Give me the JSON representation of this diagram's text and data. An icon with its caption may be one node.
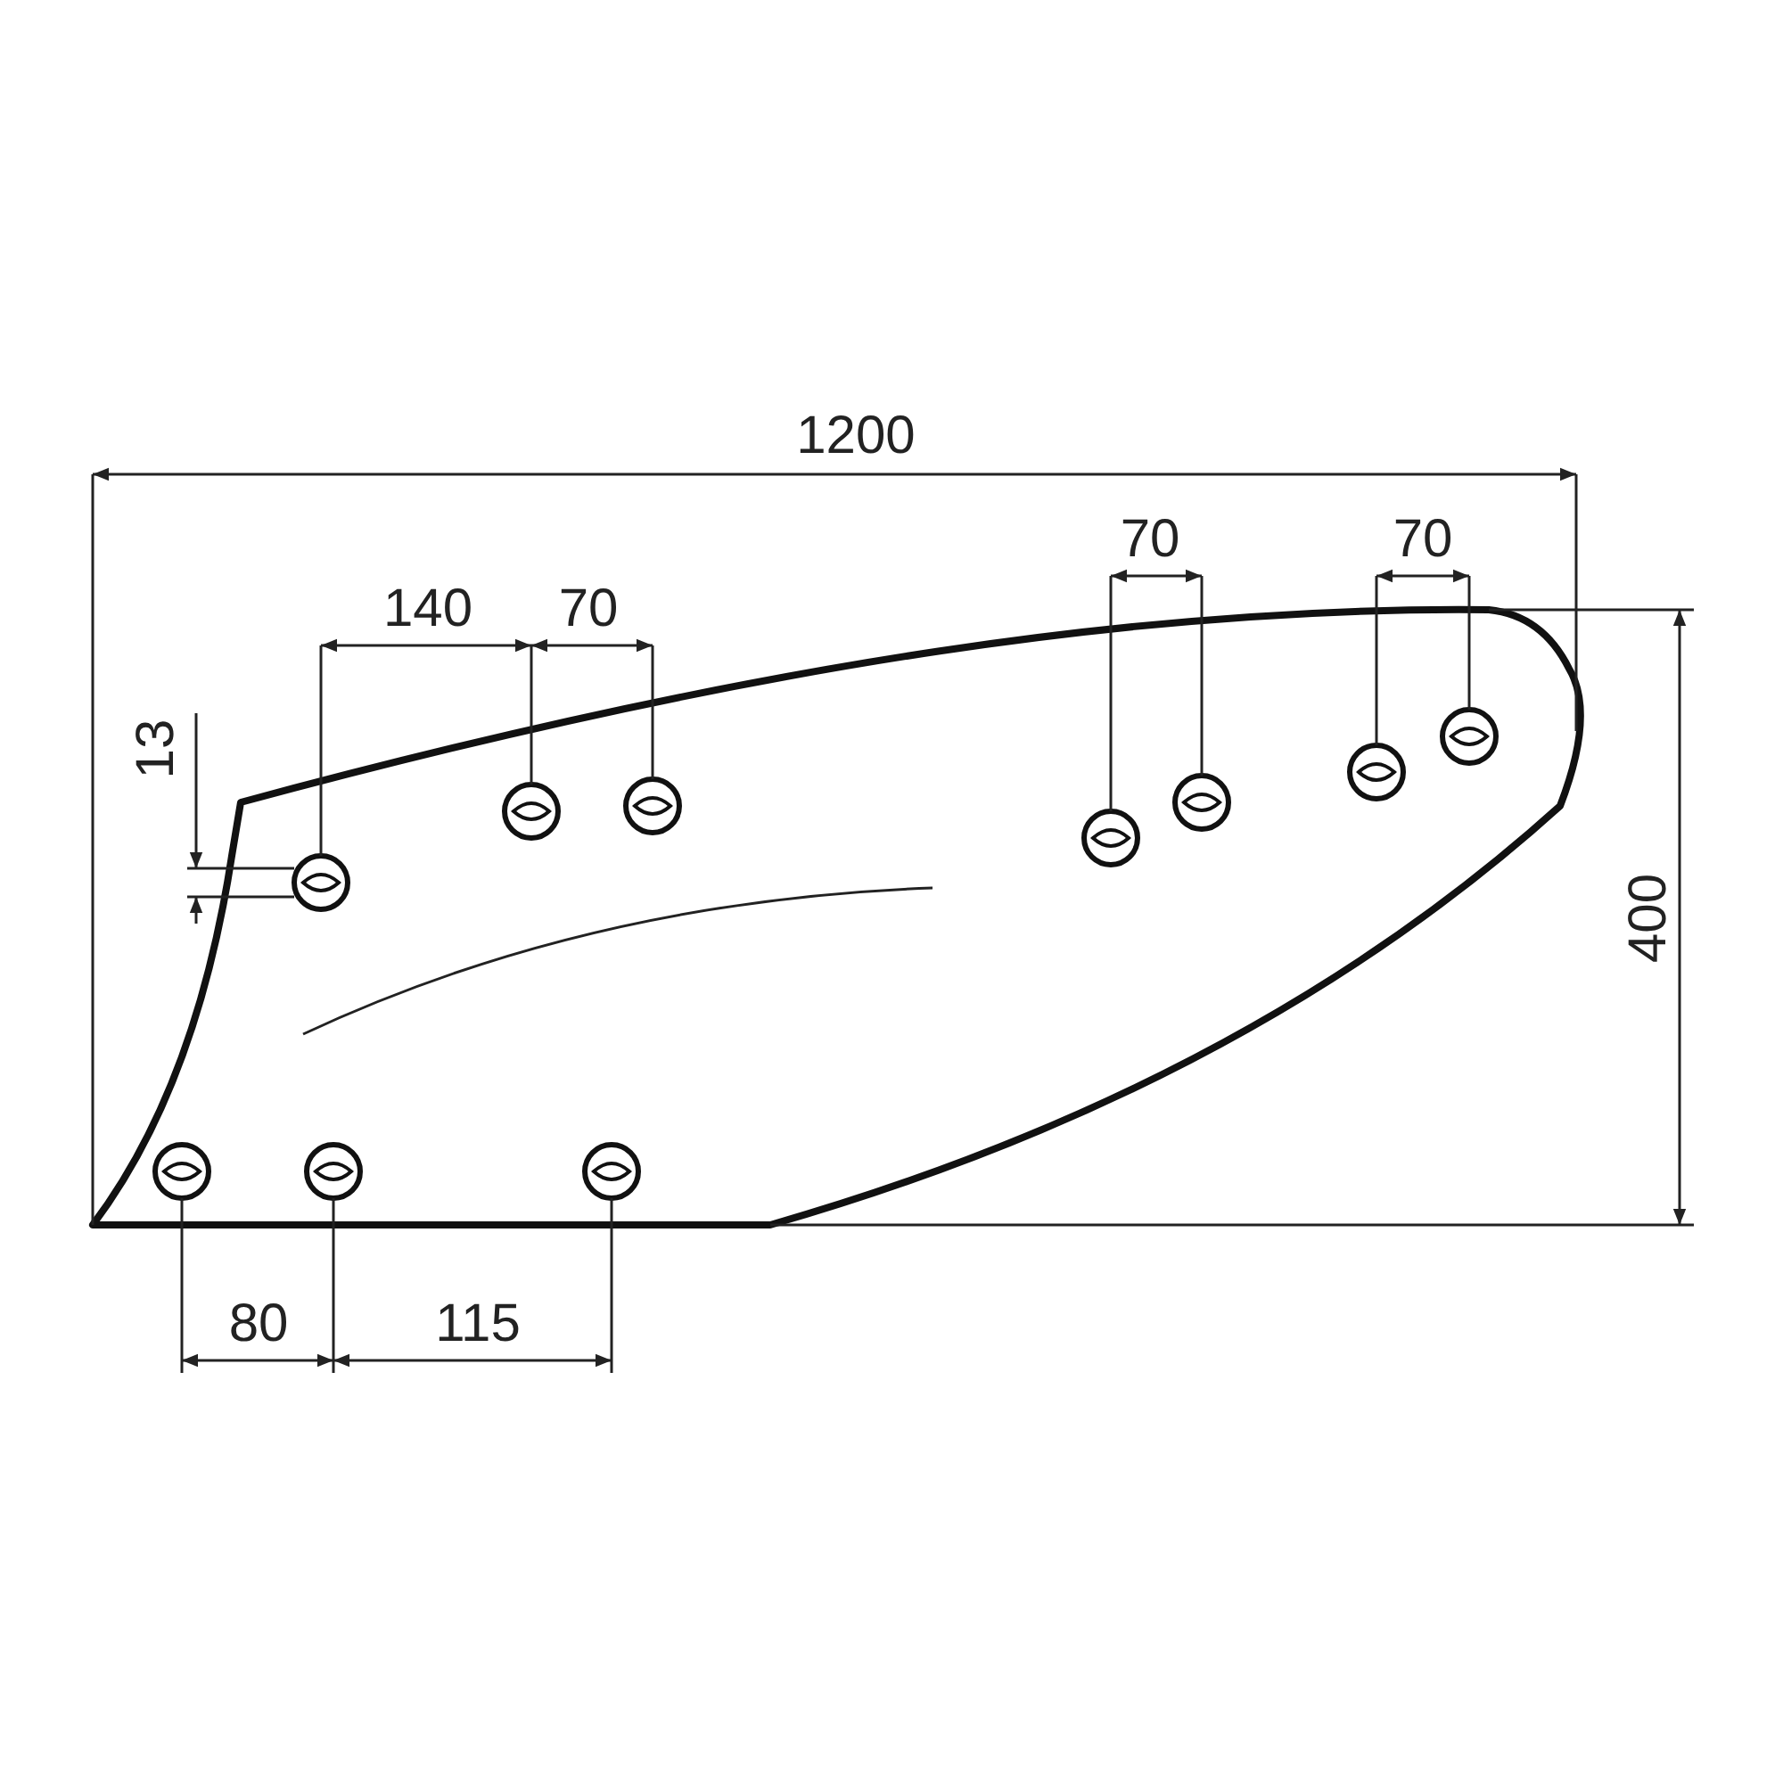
{
  "diagram": {
    "labels": [
      "1200",
      "70",
      "70",
      "140",
      "70",
      "13",
      "400",
      "80",
      "115"
    ]
  }
}
